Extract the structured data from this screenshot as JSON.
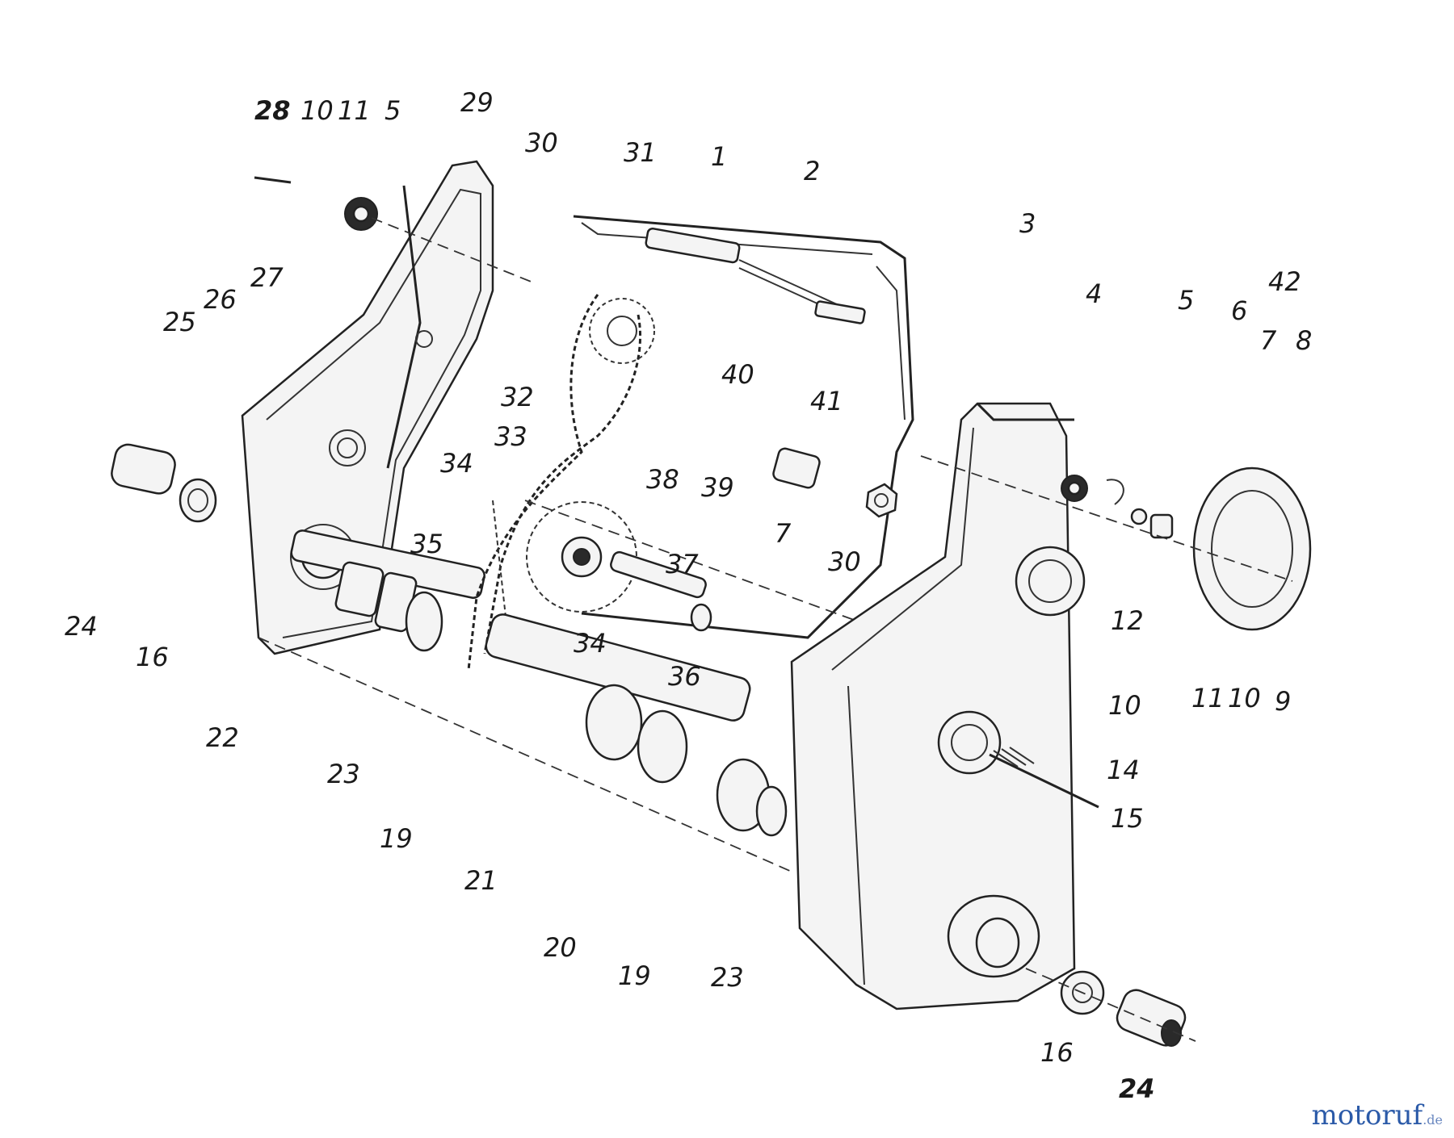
{
  "labels": [
    "28",
    "10",
    "11",
    "5",
    "29",
    "30",
    "31",
    "1",
    "2",
    "3",
    "4",
    "5",
    "6",
    "42",
    "7",
    "8",
    "27",
    "26",
    "25",
    "32",
    "40",
    "41",
    "33",
    "34",
    "38",
    "39",
    "7",
    "30",
    "35",
    "37",
    "12",
    "24",
    "16",
    "34",
    "36",
    "10",
    "11",
    "10",
    "9",
    "22",
    "14",
    "23",
    "15",
    "19",
    "21",
    "20",
    "19",
    "23",
    "16",
    "24"
  ],
  "watermark": {
    "main": "motoruf",
    "tld": ".de"
  }
}
